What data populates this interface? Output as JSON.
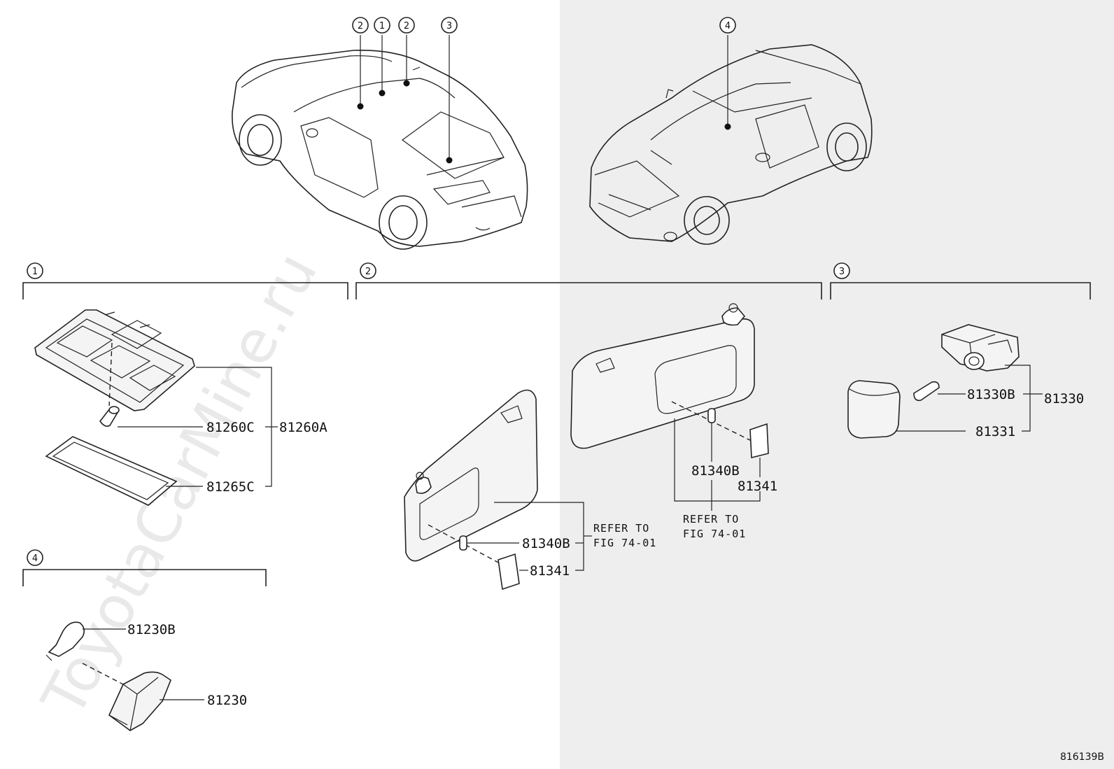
{
  "callouts": [
    "1",
    "2",
    "3",
    "4"
  ],
  "watermark": "ToyotaCarMine.ru",
  "figure_code": "816139B",
  "group1": {
    "parts": [
      "81260C",
      "81260A",
      "81265C"
    ]
  },
  "group2": {
    "left": {
      "bulb": "81340B",
      "lens": "81341",
      "refer_line1": "REFER TO",
      "refer_line2": "FIG 74-01"
    },
    "right": {
      "bulb": "81340B",
      "lens": "81341",
      "refer_line1": "REFER TO",
      "refer_line2": "FIG 74-01"
    }
  },
  "group3": {
    "parts": [
      "81330B",
      "81330",
      "81331"
    ]
  },
  "group4": {
    "parts": [
      "81230B",
      "81230"
    ]
  }
}
